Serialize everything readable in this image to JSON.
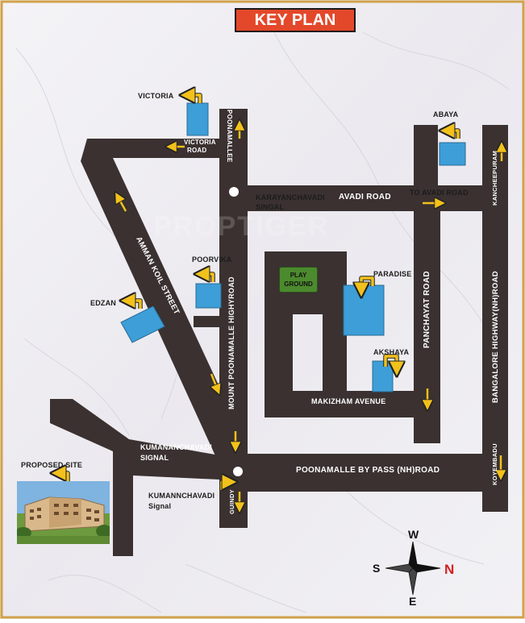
{
  "title": "KEY PLAN",
  "watermark": "PROPTIGER",
  "roads": {
    "avadi_road": "AVADI ROAD",
    "to_avadi_road": "TO AVADI ROAD",
    "poonamallee_top": "POONAMALLEE",
    "karayanchavadi_singal_1": "KARAYANCHAVADI",
    "karayanchavadi_singal_2": "SINGAL",
    "mount_poonamalle_highroad": "MOUNT POONAMALLE HIGHYROAD",
    "amman_koil_street": "AMMAN KOIL STREET",
    "panchayat_road": "PANCHAYAT ROAD",
    "bangalore_highway": "BANGALORE HIGHWAY(NH)ROAD",
    "kancheepuram": "KANCHEEPURAM",
    "koyembadu": "KOYEMBADU",
    "makizham_avenue": "MAKIZHAM AVENUE",
    "poonamalle_bypass": "POONAMALLE BY PASS (NH)ROAD",
    "guindy": "GUINDY",
    "victoria_road_1": "VICTORIA",
    "victoria_road_2": "ROAD"
  },
  "landmarks": {
    "victoria": "VICTORIA",
    "abaya": "ABAYA",
    "poorvika": "POORVIKA",
    "edzan": "EDZAN",
    "paradise": "PARADISE",
    "akshaya": "AKSHAYA",
    "play_ground_1": "PLAY",
    "play_ground_2": "GROUND",
    "kumananchavadi_signal_1": "KUMANANCHAVADI",
    "kumananchavadi_signal_2": "SIGNAL",
    "kumannchavadi_signal_1": "KUMANNCHAVADI",
    "kumannchavadi_signal_2": "Signal",
    "proposed_site": "PROPOSED SITE"
  },
  "compass": {
    "w": "W",
    "s": "S",
    "n": "N",
    "e": "E"
  },
  "colors": {
    "road": "#3a3130",
    "building": "#3d9ed8",
    "arrow": "#f2c11b",
    "title_bg": "#e4482a",
    "border": "#d1a24a",
    "north": "#d42020"
  }
}
